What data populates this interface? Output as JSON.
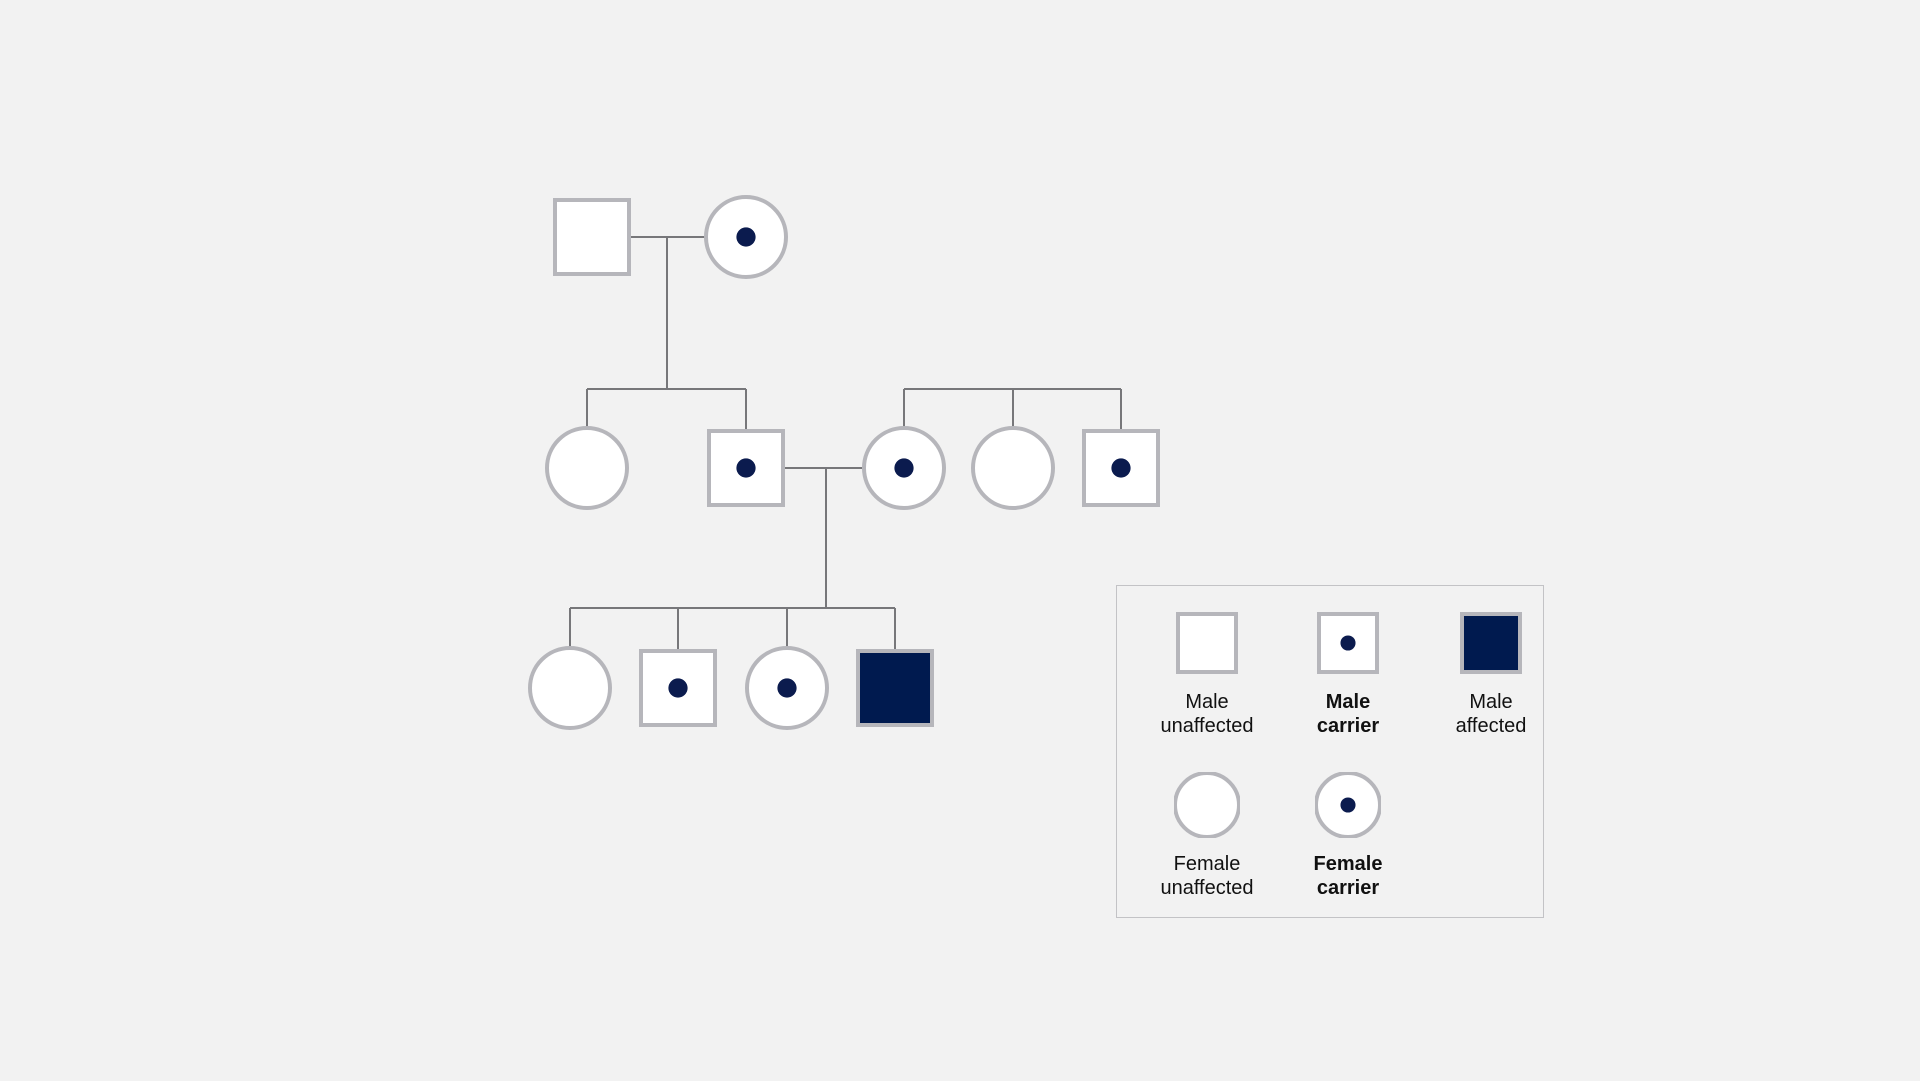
{
  "colors": {
    "background": "#f2f2f2",
    "symbol_outline": "#b6b6bb",
    "symbol_fill": "#ffffff",
    "carrier_dot": "#0b1b4e",
    "affected_fill": "#001a4f",
    "connector_line": "#77777a"
  },
  "pedigree": {
    "generations": [
      {
        "individuals": [
          {
            "id": "g1-father",
            "sex": "male",
            "status": "unaffected"
          },
          {
            "id": "g1-mother",
            "sex": "female",
            "status": "carrier"
          }
        ]
      },
      {
        "individuals": [
          {
            "id": "g2-daughter",
            "sex": "female",
            "status": "unaffected"
          },
          {
            "id": "g2-son",
            "sex": "male",
            "status": "carrier"
          },
          {
            "id": "g2-spouse",
            "sex": "female",
            "status": "carrier"
          },
          {
            "id": "g2-spouse-sister",
            "sex": "female",
            "status": "unaffected"
          },
          {
            "id": "g2-spouse-brother",
            "sex": "male",
            "status": "carrier"
          }
        ]
      },
      {
        "individuals": [
          {
            "id": "g3-daughter-1",
            "sex": "female",
            "status": "unaffected"
          },
          {
            "id": "g3-son-1",
            "sex": "male",
            "status": "carrier"
          },
          {
            "id": "g3-daughter-2",
            "sex": "female",
            "status": "carrier"
          },
          {
            "id": "g3-son-2",
            "sex": "male",
            "status": "affected"
          }
        ]
      }
    ]
  },
  "legend": {
    "items": [
      {
        "key": "male-unaffected",
        "line1": "Male",
        "line2": "unaffected",
        "bold": false,
        "sex": "male",
        "status": "unaffected"
      },
      {
        "key": "male-carrier",
        "line1": "Male",
        "line2": "carrier",
        "bold": true,
        "sex": "male",
        "status": "carrier"
      },
      {
        "key": "male-affected",
        "line1": "Male",
        "line2": "affected",
        "bold": false,
        "sex": "male",
        "status": "affected"
      },
      {
        "key": "female-unaffected",
        "line1": "Female",
        "line2": "unaffected",
        "bold": false,
        "sex": "female",
        "status": "unaffected"
      },
      {
        "key": "female-carrier",
        "line1": "Female",
        "line2": "carrier",
        "bold": true,
        "sex": "female",
        "status": "carrier"
      }
    ]
  }
}
